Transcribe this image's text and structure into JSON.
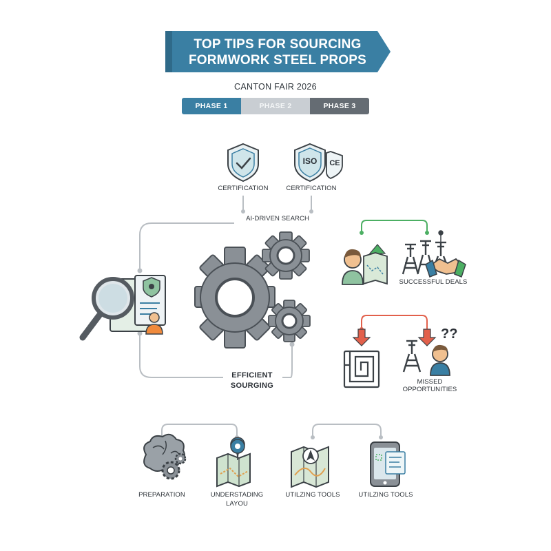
{
  "header": {
    "title_line1": "TOP TIPS FOR SOURCING",
    "title_line2": "FORMWORK STEEL PROPS",
    "subtitle": "CANTON FAIR 2026"
  },
  "phases": [
    {
      "label": "PHASE 1",
      "color": "#3a7fa3"
    },
    {
      "label": "PHASE 2",
      "color": "#c9ced3"
    },
    {
      "label": "PHASE 3",
      "color": "#656c73"
    }
  ],
  "top_certs": [
    {
      "label": "CERTIFICATION",
      "icon": "shield-check-icon"
    },
    {
      "label": "CERTIFICATION",
      "icon": "iso-ce-shield-icon",
      "badges": [
        "ISO",
        "CE"
      ]
    }
  ],
  "center": {
    "search_label": "AI-DRIVEN SEARCH",
    "efficient_label_line1": "EFFICIENT",
    "efficient_label_line2": "SOURGING"
  },
  "outcomes": {
    "success_label": "SUCCESSFUL DEALS",
    "missed_label": "MISSED OPPORTUNITIES",
    "missed_marks": "??"
  },
  "bottom_steps": [
    {
      "label_line1": "PREPARATION",
      "label_line2": "",
      "icon": "brain-gears-icon"
    },
    {
      "label_line1": "UNDERSTADING",
      "label_line2": "LAYOU",
      "icon": "map-pin-icon"
    },
    {
      "label_line1": "UTILZING TOOLS",
      "label_line2": "",
      "icon": "map-navigation-icon"
    },
    {
      "label_line1": "UTILZING TOOLS",
      "label_line2": "",
      "icon": "tablet-icon"
    }
  ],
  "colors": {
    "accent_blue": "#3a7fa3",
    "dark_gray": "#656c73",
    "light_gray": "#c9ced3",
    "success_green": "#4caf63",
    "miss_red": "#e2604b",
    "skin": "#f0c090",
    "shirt_orange": "#f08a3c"
  }
}
